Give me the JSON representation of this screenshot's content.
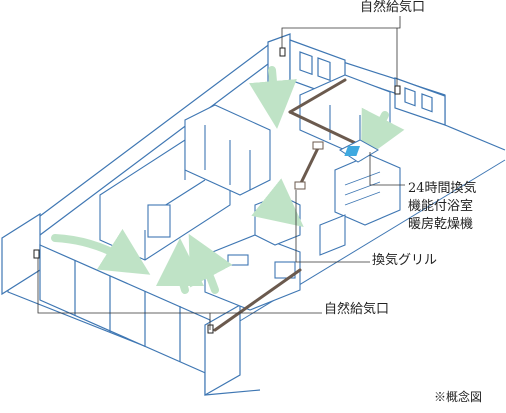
{
  "labels": {
    "natural_inlet_top": "自然給気口",
    "unit_line1": "24時間換気",
    "unit_line2": "機能付浴室",
    "unit_line3": "暖房乾燥機",
    "grill": "換気グリル",
    "natural_inlet_bottom": "自然給気口",
    "note": "※概念図"
  },
  "colors": {
    "wall_line": "#3f77b3",
    "wall_fill": "#ffffff",
    "airflow_arrow": "#bfe3c6",
    "duct": "#6b5a4e",
    "unit_accent": "#3fa9e0",
    "leader": "#333333"
  }
}
